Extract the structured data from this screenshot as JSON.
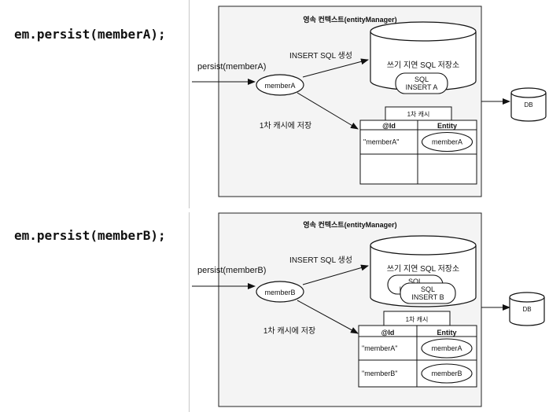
{
  "panels": [
    {
      "code": "em.persist(memberA);",
      "box_title": "영속 컨텍스트(entityManager)",
      "persist_call": "persist(memberA)",
      "entity_label": "memberA",
      "insert_label": "INSERT SQL 생성",
      "sql_store_title": "쓰기 지연 SQL 저장소",
      "sql_items": [
        [
          "SQL",
          "INSERT A"
        ]
      ],
      "cache_label": "1차 캐시에 저장",
      "cache_title": "1차 캐시",
      "cache_headers": [
        "@Id",
        "Entity"
      ],
      "cache_rows": [
        {
          "id": "\"memberA\"",
          "entity": "memberA"
        },
        {
          "id": "",
          "entity": ""
        }
      ],
      "db_label": "DB"
    },
    {
      "code": "em.persist(memberB);",
      "box_title": "영속 컨텍스트(entityManager)",
      "persist_call": "persist(memberB)",
      "entity_label": "memberB",
      "insert_label": "INSERT SQL 생성",
      "sql_store_title": "쓰기 지연 SQL 저장소",
      "sql_items": [
        [
          "SQL",
          "INSERT A"
        ],
        [
          "SQL",
          "INSERT B"
        ]
      ],
      "cache_label": "1차 캐시에 저장",
      "cache_title": "1차 캐시",
      "cache_headers": [
        "@Id",
        "Entity"
      ],
      "cache_rows": [
        {
          "id": "\"memberA\"",
          "entity": "memberA"
        },
        {
          "id": "\"memberB\"",
          "entity": "memberB"
        }
      ],
      "db_label": "DB"
    }
  ]
}
